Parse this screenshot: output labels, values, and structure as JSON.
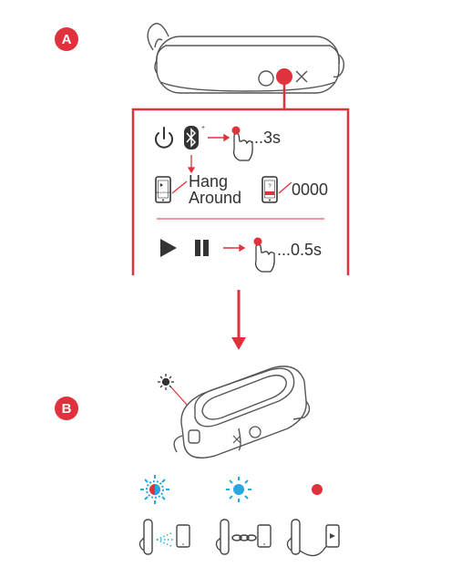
{
  "colors": {
    "accent": "#e0323c",
    "line": "#555555",
    "blue": "#29a8e0"
  },
  "badges": {
    "a": "A",
    "b": "B"
  },
  "step_a": {
    "hold_time": "...3s",
    "hang_around_line1": "Hang",
    "hang_around_line2": "Around",
    "phone_screen_text": "Hang Around",
    "phone_question": "?",
    "pin_code": "0000",
    "play_hold_time": "...0.5s"
  },
  "step_b": {
    "led_states": [
      {
        "led": "blinking blue and red",
        "connection": "pairing (wireless)"
      },
      {
        "led": "solid blue",
        "connection": "connected (chain link)"
      },
      {
        "led": "solid red",
        "connection": "charging (cable)"
      }
    ]
  },
  "icons": [
    "power-icon",
    "bluetooth-icon",
    "hand-press-icon",
    "phone-icon",
    "play-icon",
    "pause-icon",
    "arrow-down-icon",
    "led-icon"
  ]
}
